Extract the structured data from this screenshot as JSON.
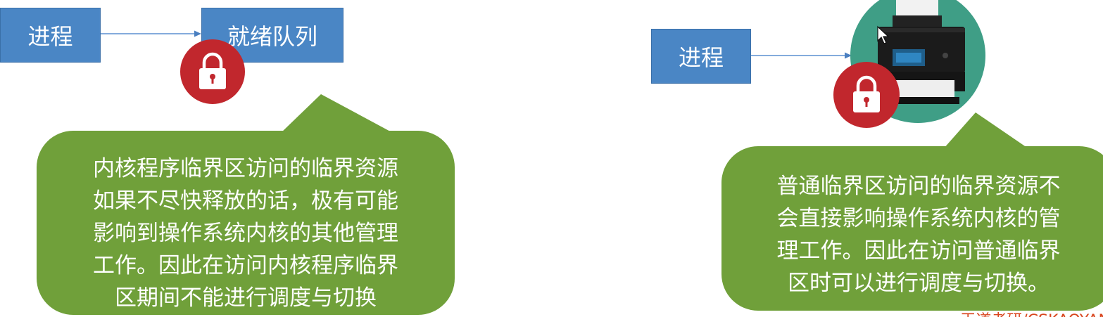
{
  "left_diagram": {
    "process_label": "进程",
    "ready_queue_label": "就绪队列",
    "callout_lines": [
      "内核程序临界区访问的临界资源",
      "如果不尽快释放的话，极有可能",
      "影响到操作系统内核的其他管理",
      "工作。因此在访问内核程序临界",
      "区期间不能进行调度与切换"
    ]
  },
  "right_diagram": {
    "process_label": "进程",
    "callout_lines": [
      "普通临界区访问的临界资源不",
      "会直接影响操作系统内核的管",
      "理工作。因此在访问普通临界",
      "区时可以进行调度与切换。"
    ]
  },
  "watermark": "王道考研/CSKAOYAN",
  "colors": {
    "box_blue": "#4a86c5",
    "callout_green": "#70a03a",
    "lock_red": "#c1272d",
    "printer_bg": "#3f9e86",
    "arrow": "#5b8fd0",
    "watermark": "#d9461f"
  },
  "icons": [
    "lock-icon",
    "printer-icon",
    "mouse-cursor-icon"
  ]
}
